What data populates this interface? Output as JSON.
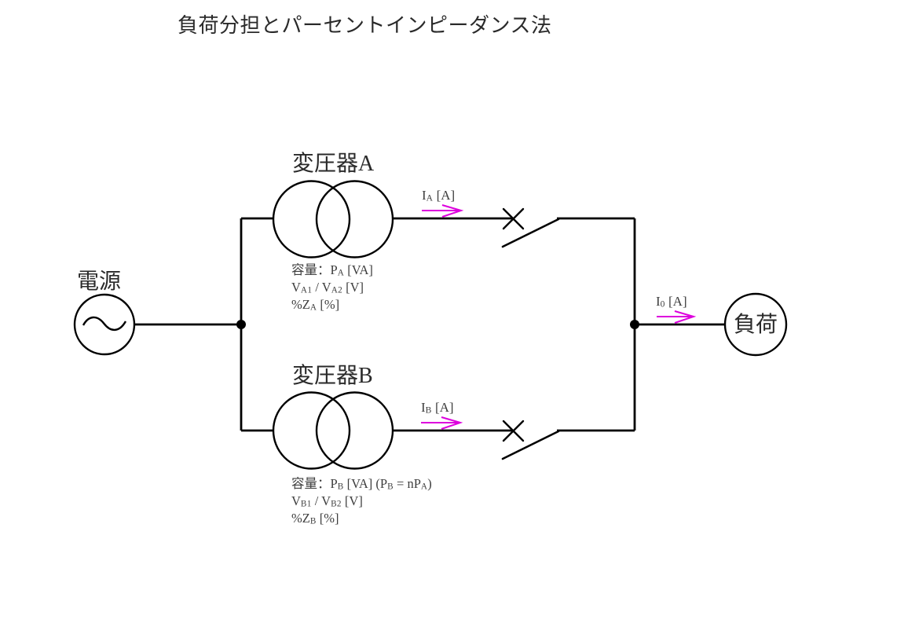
{
  "title": "負荷分担とパーセントインピーダンス法",
  "colors": {
    "bg": "#ffffff",
    "line": "#000000",
    "text-main": "#2a2a2a",
    "text-sub": "#3e3e3e",
    "magenta": "#dd00dd"
  },
  "source": {
    "label": "電源"
  },
  "load": {
    "label": "負荷"
  },
  "transformer_a": {
    "name": "変圧器A",
    "current": [
      {
        "t": "I"
      },
      {
        "t": "A",
        "sub": true
      },
      {
        "t": " [A]"
      }
    ],
    "specs": [
      [
        {
          "t": "容量：P"
        },
        {
          "t": "A",
          "sub": true
        },
        {
          "t": " [VA]"
        }
      ],
      [
        {
          "t": "V"
        },
        {
          "t": "A1",
          "sub": true
        },
        {
          "t": " / V"
        },
        {
          "t": "A2",
          "sub": true
        },
        {
          "t": " [V]"
        }
      ],
      [
        {
          "t": "%Z"
        },
        {
          "t": "A",
          "sub": true
        },
        {
          "t": " [%]"
        }
      ]
    ]
  },
  "transformer_b": {
    "name": "変圧器B",
    "current": [
      {
        "t": "I"
      },
      {
        "t": "B",
        "sub": true
      },
      {
        "t": " [A]"
      }
    ],
    "specs": [
      [
        {
          "t": "容量：P"
        },
        {
          "t": "B",
          "sub": true
        },
        {
          "t": " [VA] (P"
        },
        {
          "t": "B",
          "sub": true
        },
        {
          "t": " = nP"
        },
        {
          "t": "A",
          "sub": true
        },
        {
          "t": ")"
        }
      ],
      [
        {
          "t": "V"
        },
        {
          "t": "B1",
          "sub": true
        },
        {
          "t": " / V"
        },
        {
          "t": "B2",
          "sub": true
        },
        {
          "t": " [V]"
        }
      ],
      [
        {
          "t": "%Z"
        },
        {
          "t": "B",
          "sub": true
        },
        {
          "t": " [%]"
        }
      ]
    ]
  },
  "output_current": [
    {
      "t": "I"
    },
    {
      "t": "0",
      "sub": true
    },
    {
      "t": " [A]"
    }
  ]
}
